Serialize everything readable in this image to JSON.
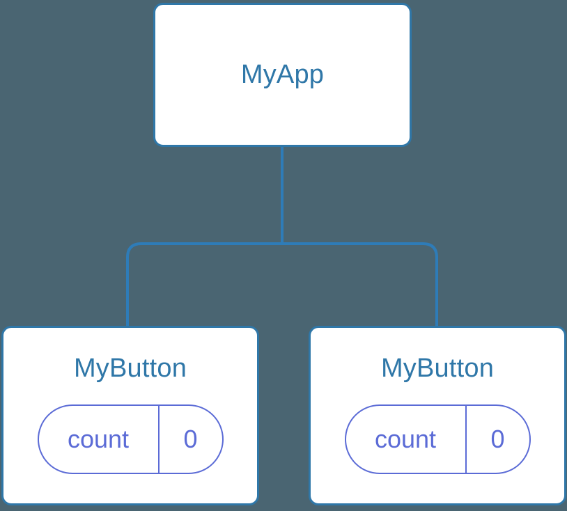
{
  "diagram": {
    "type": "component-tree",
    "background_color": "#4a6572",
    "node_border_color": "#2f77a8",
    "node_title_color": "#2f77a8",
    "edge_color": "#2e7cb8",
    "state_color": "#5b6bd6",
    "root": {
      "title": "MyApp"
    },
    "children": [
      {
        "title": "MyButton",
        "state": {
          "key": "count",
          "value": "0"
        }
      },
      {
        "title": "MyButton",
        "state": {
          "key": "count",
          "value": "0"
        }
      }
    ]
  }
}
